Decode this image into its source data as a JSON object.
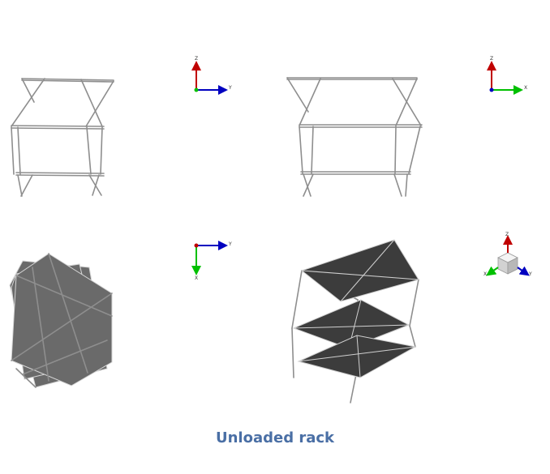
{
  "caption": "Unloaded rack",
  "colors": {
    "caption": "#4a6fa5",
    "z_axis": "#c00000",
    "y_axis_front": "#0000c0",
    "x_axis_side": "#00c000",
    "frame": "#8e8e8e",
    "shelf_light": "#6a6a6a",
    "shelf_dark": "#3c3c3c"
  },
  "views": [
    {
      "name": "front-view",
      "triad": {
        "up": "Z",
        "right": "Y"
      }
    },
    {
      "name": "side-view",
      "triad": {
        "up": "Z",
        "right": "X"
      }
    },
    {
      "name": "top-view",
      "triad": {
        "right": "Y",
        "down": "X"
      }
    },
    {
      "name": "iso-view",
      "triad": {
        "up": "Z",
        "left": "X",
        "right": "Y"
      }
    }
  ]
}
